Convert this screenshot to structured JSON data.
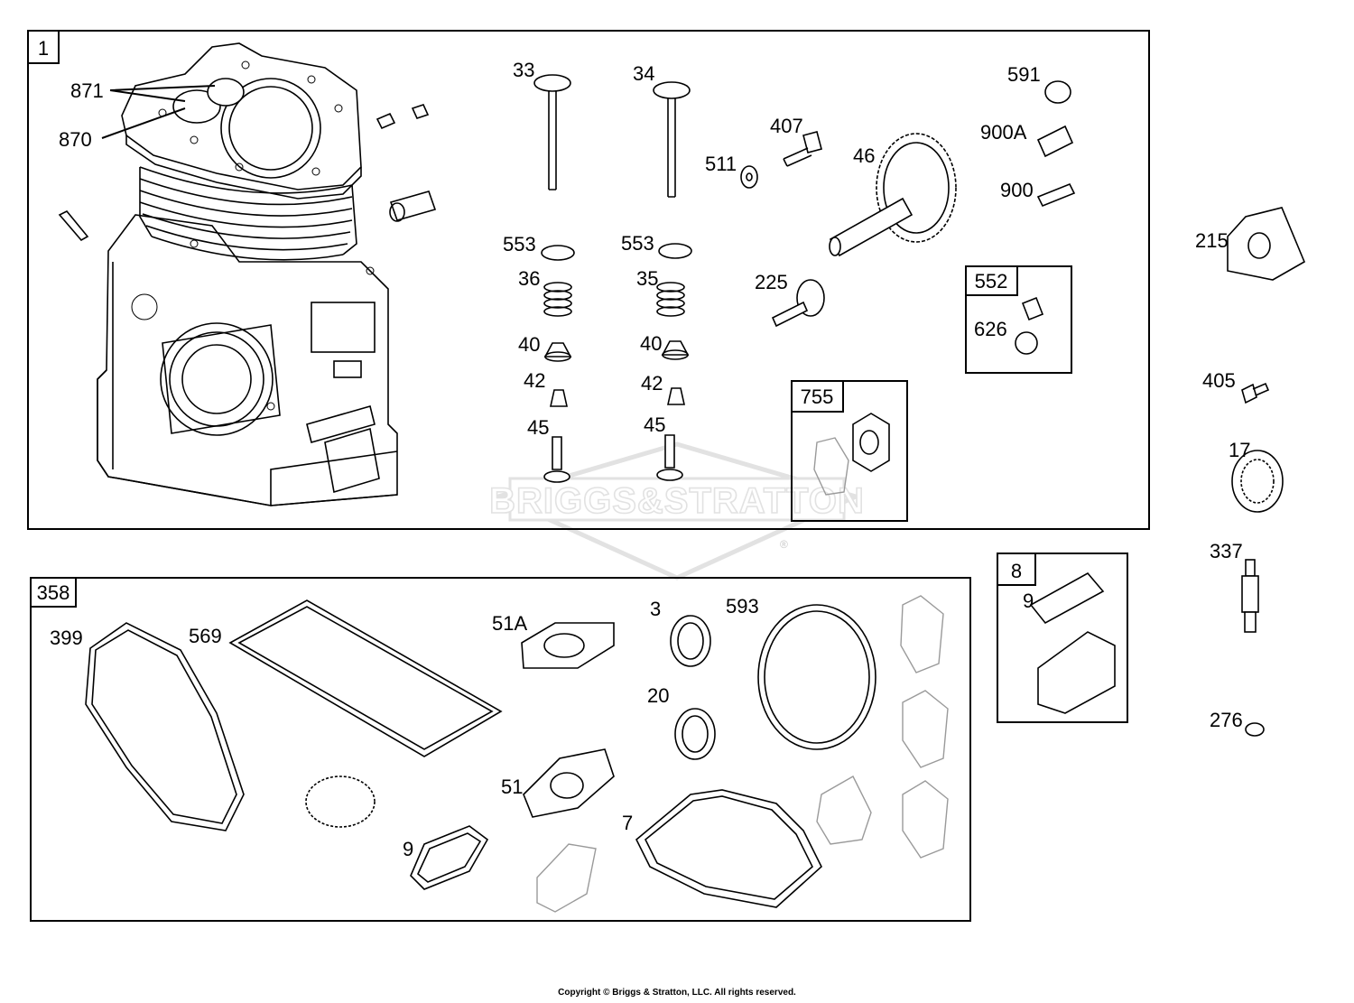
{
  "watermark": {
    "logo_text": "BRIGGS&STRATTON",
    "registered_mark": "®"
  },
  "copyright": "Copyright © Briggs & Stratton, LLC. All rights reserved.",
  "boxes": {
    "box_1": "1",
    "box_358": "358",
    "box_552": "552",
    "box_755": "755",
    "box_8": "8"
  },
  "labels": {
    "p871": "871",
    "p870": "870",
    "p33": "33",
    "p34": "34",
    "p553a": "553",
    "p553b": "553",
    "p36": "36",
    "p35": "35",
    "p40a": "40",
    "p40b": "40",
    "p42a": "42",
    "p42b": "42",
    "p45a": "45",
    "p45b": "45",
    "p511": "511",
    "p407": "407",
    "p46": "46",
    "p225": "225",
    "p591": "591",
    "p900A": "900A",
    "p900": "900",
    "p626": "626",
    "p215": "215",
    "p405": "405",
    "p17": "17",
    "p337": "337",
    "p276": "276",
    "p9box": "9",
    "p399": "399",
    "p569": "569",
    "p51A": "51A",
    "p3": "3",
    "p593": "593",
    "p20": "20",
    "p51": "51",
    "p9": "9",
    "p7": "7"
  }
}
